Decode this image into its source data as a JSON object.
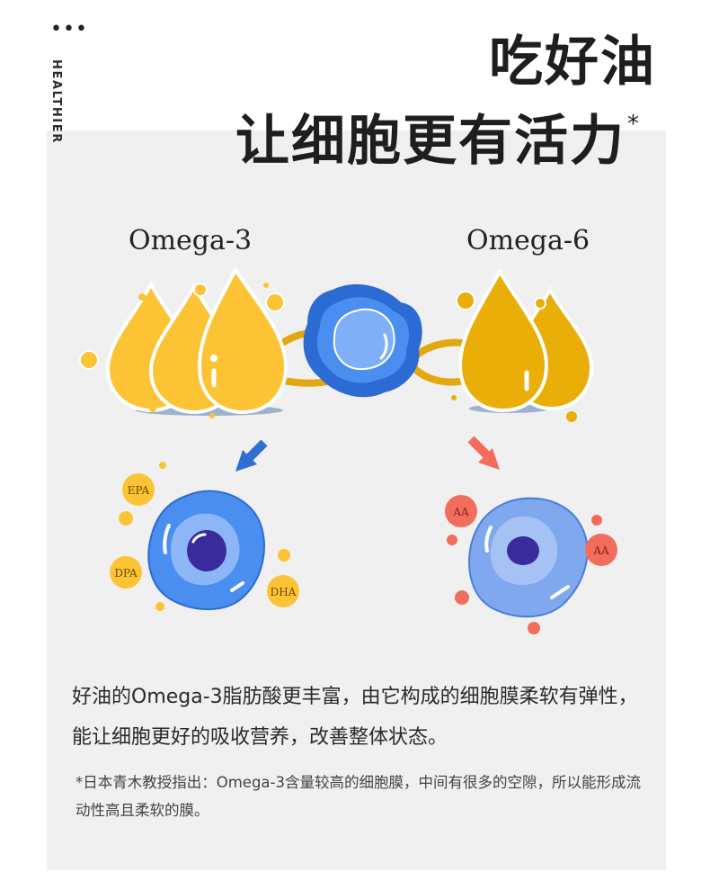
{
  "header": {
    "dots": "•••",
    "vertical_label": "HEALTHIER",
    "title_line1": "吃好油",
    "title_line2": "让细胞更有活力",
    "title_mark": "*"
  },
  "diagram": {
    "label_left": "Omega-3",
    "label_right": "Omega-6",
    "left_cell_tags": [
      "EPA",
      "DPA",
      "DHA"
    ],
    "right_cell_tags": [
      "AA",
      "AA"
    ],
    "colors": {
      "oil_yellow": "#fcc335",
      "oil_amber": "#e9ae08",
      "cell_blue": "#4a8ef0",
      "cell_light": "#7fa8ee",
      "nucleus": "#3b2a9c",
      "arrow_blue": "#2f6fd4",
      "arrow_red": "#f26d5b"
    }
  },
  "body_text": "好油的Omega-3脂肪酸更丰富，由它构成的细胞膜柔软有弹性，能让细胞更好的吸收营养，改善整体状态。",
  "footnote": "*日本青木教授指出：Omega-3含量较高的细胞膜，中间有很多的空隙，所以能形成流动性高且柔软的膜。"
}
